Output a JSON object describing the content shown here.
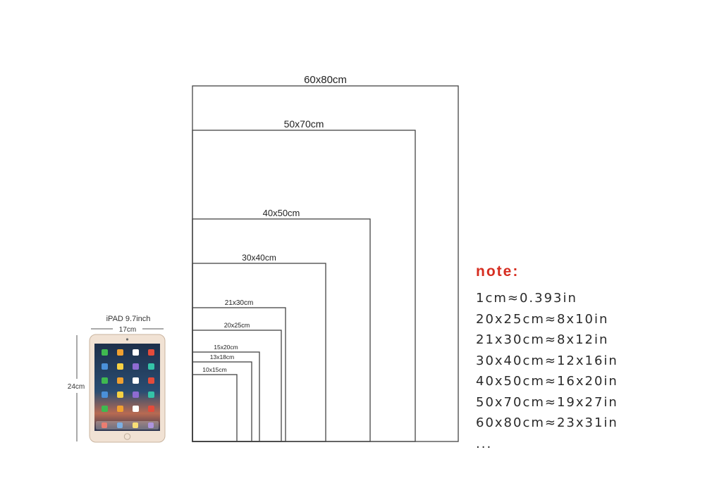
{
  "frames": [
    {
      "label": "60x80cm"
    },
    {
      "label": "50x70cm"
    },
    {
      "label": "40x50cm"
    },
    {
      "label": "30x40cm"
    },
    {
      "label": "21x30cm"
    },
    {
      "label": "20x25cm"
    },
    {
      "label": "15x20cm"
    },
    {
      "label": "13x18cm"
    },
    {
      "label": "10x15cm"
    }
  ],
  "ipad": {
    "title": "iPAD 9.7inch",
    "width_label": "17cm",
    "height_label": "24cm"
  },
  "note": {
    "title": "note:",
    "lines": [
      "1cm≈0.393in",
      "20x25cm≈8x10in",
      "21x30cm≈8x12in",
      "30x40cm≈12x16in",
      "40x50cm≈16x20in",
      "50x70cm≈19x27in",
      "60x80cm≈23x31in",
      "..."
    ]
  },
  "colors": {
    "note_title": "#d62d20",
    "frame_stroke": "#444444",
    "ipad_body": "#f1e2d4"
  }
}
